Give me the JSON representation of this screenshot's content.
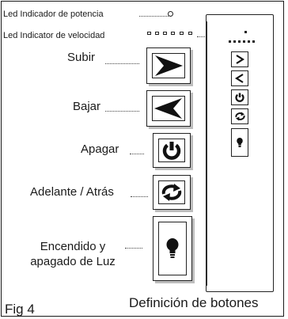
{
  "labels": {
    "led_power": "Led Indicador de potencia",
    "led_speed": "Led Indicator de velocidad",
    "up": "Subir",
    "down": "Bajar",
    "power": "Apagar",
    "direction": "Adelante / Atrás",
    "light_line1": "Encendido y",
    "light_line2": "apagado de Luz"
  },
  "caption": {
    "figure": "Fig 4",
    "title": "Definición de botones"
  },
  "icons": {
    "up": "chevron-right-icon",
    "down": "chevron-left-icon",
    "power": "power-icon",
    "direction": "reverse-arrows-icon",
    "light": "light-bulb-icon"
  },
  "colors": {
    "ink": "#1a1a1a",
    "shadow": "#bdbdbd"
  }
}
